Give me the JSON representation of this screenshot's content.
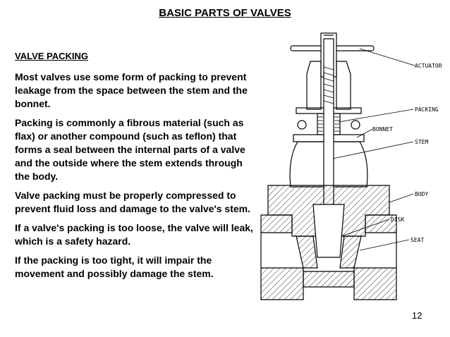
{
  "slide": {
    "title": "BASIC PARTS OF VALVES",
    "section_heading": "VALVE PACKING",
    "paragraphs": [
      "Most valves use some form of packing to prevent leakage from the space between the stem and the bonnet.",
      "Packing is commonly a fibrous material (such as flax) or another compound (such as teflon) that forms a seal between the internal parts of a valve and the outside where the stem extends through the body.",
      "Valve packing must be properly compressed to prevent fluid loss and damage to the valve's stem.",
      "If a valve's packing is too loose, the valve will leak, which is a safety hazard.",
      "If the packing is too tight, it will impair the movement and possibly damage the stem."
    ],
    "page_number": "12"
  },
  "diagram": {
    "labels": {
      "actuator": "ACTUATOR",
      "packing": "PACKING",
      "bonnet": "BONNET",
      "stem": "STEM",
      "body": "BODY",
      "disk": "DISK",
      "seat": "SEAT"
    }
  }
}
